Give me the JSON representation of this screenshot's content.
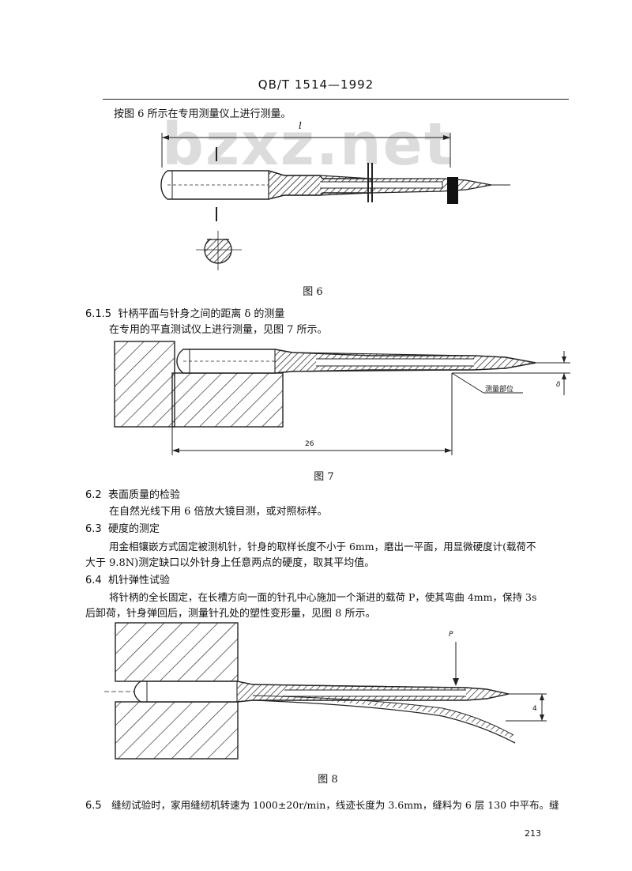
{
  "header": {
    "standard_no": "QB/T 1514—1992"
  },
  "watermark": {
    "text": "bzxz.net"
  },
  "intro_line": "按图 6 所示在专用测量仪上进行测量。",
  "figure6": {
    "caption": "图 6",
    "dim_label": "l"
  },
  "s615": {
    "number": "6.1.5",
    "title": "针柄平面与针身之间的距离 δ 的测量",
    "body": "在专用的平直测试仪上进行测量，见图 7 所示。"
  },
  "figure7": {
    "caption": "图 7",
    "dim_26": "26",
    "delta_label": "δ",
    "measure_point": "测量部位"
  },
  "s62": {
    "number": "6.2",
    "title": "表面质量的检验",
    "body": "在自然光线下用 6 倍放大镜目测，或对照标样。"
  },
  "s63": {
    "number": "6.3",
    "title": "硬度的测定",
    "body_line1": "用金相镶嵌方式固定被测机针，针身的取样长度不小于 6mm，磨出一平面，用显微硬度计(载荷不",
    "body_line2": "大于 9.8N)测定缺口以外针身上任意两点的硬度，取其平均值。"
  },
  "s64": {
    "number": "6.4",
    "title": "机针弹性试验",
    "body_line1": "将针柄的全长固定，在长槽方向一面的针孔中心施加一个渐进的载荷 P，使其弯曲 4mm，保持 3s",
    "body_line2": "后卸荷，针身弹回后，测量针孔处的塑性变形量，见图 8 所示。"
  },
  "figure8": {
    "caption": "图 8",
    "load_label": "P",
    "deflect_label": "4"
  },
  "s65": {
    "number": "6.5",
    "body": "缝纫试验时，家用缝纫机转速为 1000±20r/min，线迹长度为 3.6mm，缝料为 6 层 130 中平布。缝"
  },
  "page_number": "213"
}
